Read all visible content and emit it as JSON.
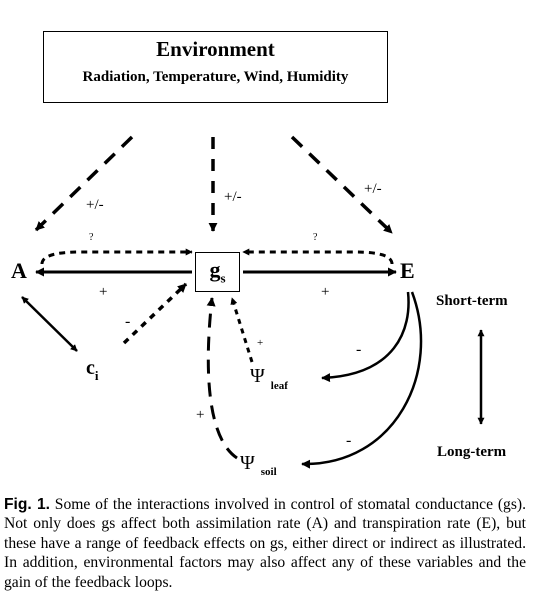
{
  "environment": {
    "title": "Environment",
    "factors": "Radiation, Temperature, Wind, Humidity"
  },
  "nodes": {
    "a": "A",
    "gs_main": "g",
    "gs_sub": "s",
    "e": "E",
    "ci_main": "c",
    "ci_sub": "i",
    "psi_leaf_symbol": "Ψ",
    "psi_leaf_sub": "leaf",
    "psi_soil_symbol": "Ψ",
    "psi_soil_sub": "soil"
  },
  "edge_labels": {
    "env_to_a": "+/-",
    "env_to_gs": "+/-",
    "env_to_e": "+/-",
    "a_to_gs_feedback": "?",
    "e_to_gs_feedback": "?",
    "gs_to_a": "+",
    "gs_to_e": "+",
    "ci_to_gs": "-",
    "leaf_to_gs": "+",
    "soil_to_gs": "+",
    "e_to_leaf": "-",
    "e_to_soil": "-"
  },
  "timescale": {
    "short": "Short-term",
    "long": "Long-term"
  },
  "caption": {
    "fig_no": "Fig. 1.",
    "text": " Some of the interactions involved in control of stomatal conductance (gs). Not only does gs affect both assimilation rate (A) and transpiration rate (E), but these have a range of feedback effects on gs, either direct or indirect as illustrated. In addition, environmental factors may also affect any of these variables and the gain of the feedback loops."
  }
}
